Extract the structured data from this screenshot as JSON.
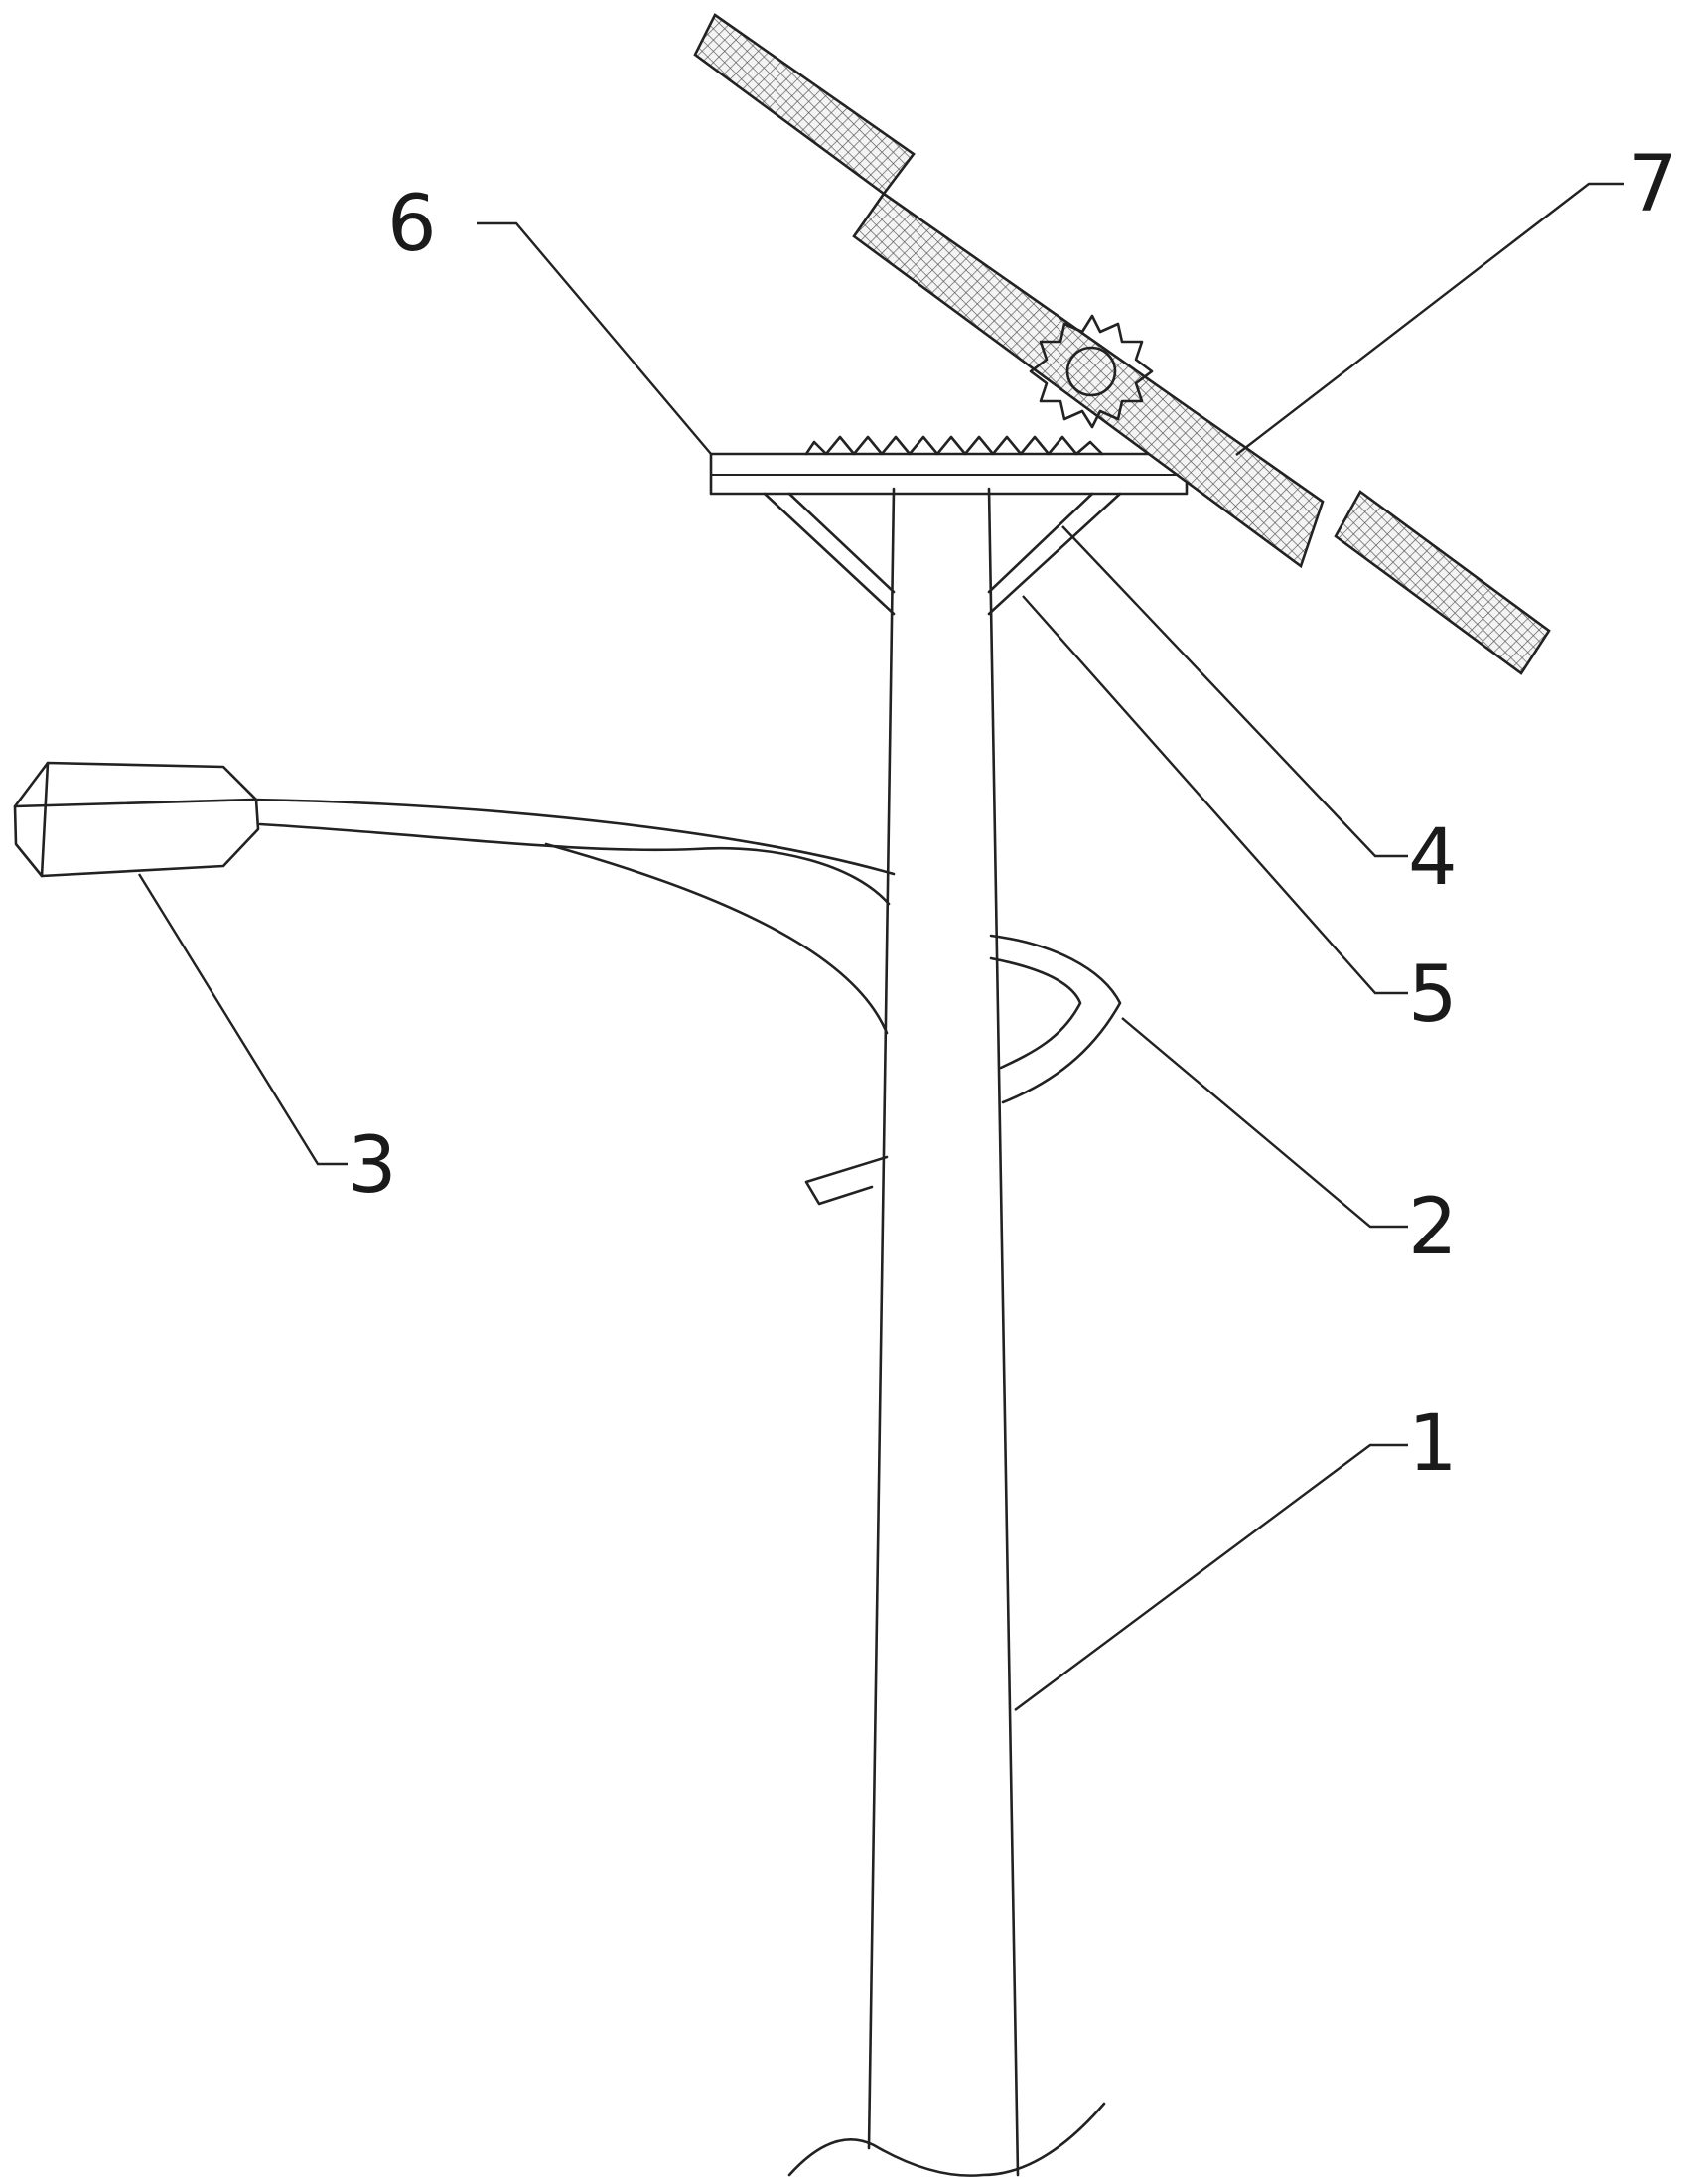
{
  "figure": {
    "labels": [
      {
        "id": "pole",
        "text": "1"
      },
      {
        "id": "arm",
        "text": "2"
      },
      {
        "id": "lamp",
        "text": "3"
      },
      {
        "id": "brace-4",
        "text": "4"
      },
      {
        "id": "brace-5",
        "text": "5"
      },
      {
        "id": "rack",
        "text": "6"
      },
      {
        "id": "solar-panel",
        "text": "7"
      }
    ]
  }
}
